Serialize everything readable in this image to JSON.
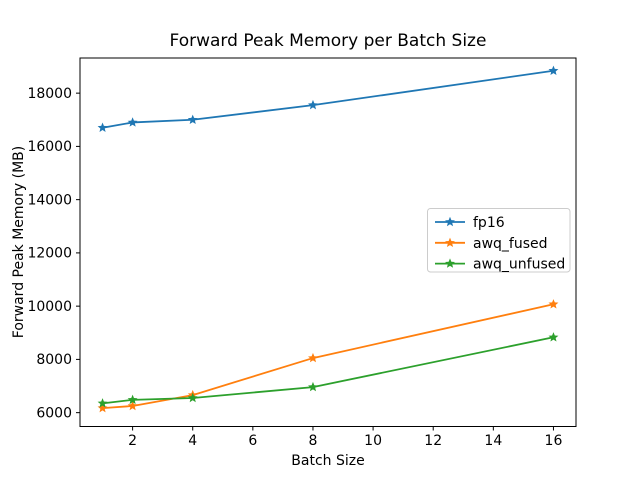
{
  "figure": {
    "background": "#ffffff"
  },
  "chart_data": {
    "type": "line",
    "title": "Forward Peak Memory per Batch Size",
    "xlabel": "Batch Size",
    "ylabel": "Forward Peak Memory (MB)",
    "x": [
      1,
      2,
      4,
      8,
      16
    ],
    "series": [
      {
        "name": "fp16",
        "color": "#1f77b4",
        "marker": "star",
        "values": [
          16700,
          16900,
          17000,
          17550,
          18840
        ]
      },
      {
        "name": "awq_fused",
        "color": "#ff7f0e",
        "marker": "star",
        "values": [
          6170,
          6250,
          6660,
          8050,
          10070
        ]
      },
      {
        "name": "awq_unfused",
        "color": "#2ca02c",
        "marker": "star",
        "values": [
          6350,
          6480,
          6550,
          6960,
          8830
        ]
      }
    ],
    "xlim": [
      0.25,
      16.75
    ],
    "ylim": [
      5480,
      19320
    ],
    "x_ticks": [
      2,
      4,
      6,
      8,
      10,
      12,
      14,
      16
    ],
    "y_ticks": [
      6000,
      8000,
      10000,
      12000,
      14000,
      16000,
      18000
    ],
    "grid": false,
    "legend": {
      "position": "center-right",
      "entries": [
        "fp16",
        "awq_fused",
        "awq_unfused"
      ],
      "border_color": "#cccccc",
      "background": "#ffffff"
    },
    "spine_color": "#000000"
  }
}
